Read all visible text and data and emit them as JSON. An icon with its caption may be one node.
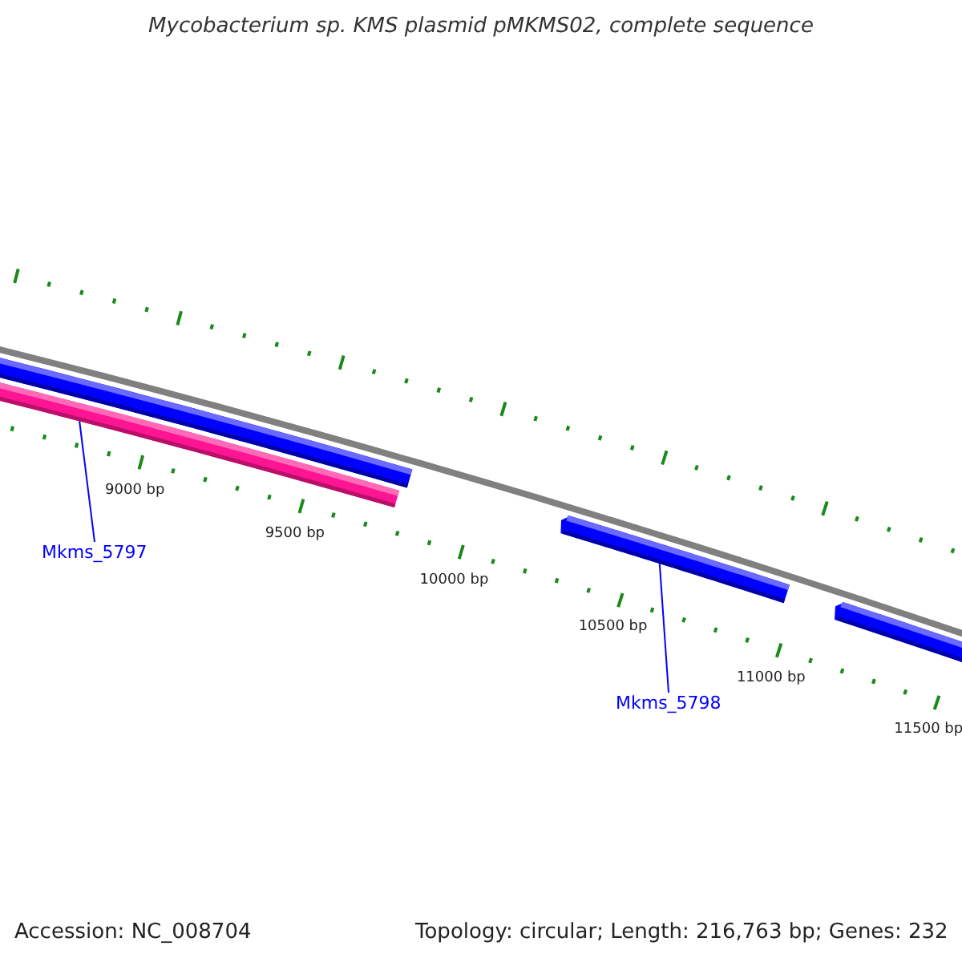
{
  "diagram": {
    "title": "Mycobacterium sp. KMS plasmid pMKMS02, complete sequence",
    "nodes": [
      {
        "text": [],
        "shape": "bar"
      },
      {
        "text": [],
        "shape": "bar"
      },
      {
        "text": [],
        "shape": "bar"
      },
      {
        "text": [],
        "shape": "bar"
      },
      {
        "text": [
          "Mkms_5797"
        ]
      },
      {
        "text": [
          "Mkms_5798"
        ]
      }
    ],
    "edges": [
      {
        "from": 4,
        "to": 1,
        "arrow": "none"
      },
      {
        "from": 5,
        "to": 2,
        "arrow": "none"
      }
    ],
    "labels": [
      "9000 bp",
      "9500 bp",
      "10000 bp",
      "10500 bp",
      "11000 bp",
      "11500 bp",
      "Accession: NC_008704",
      "Topology: circular; Length: 216,763 bp; Genes: 232"
    ]
  }
}
